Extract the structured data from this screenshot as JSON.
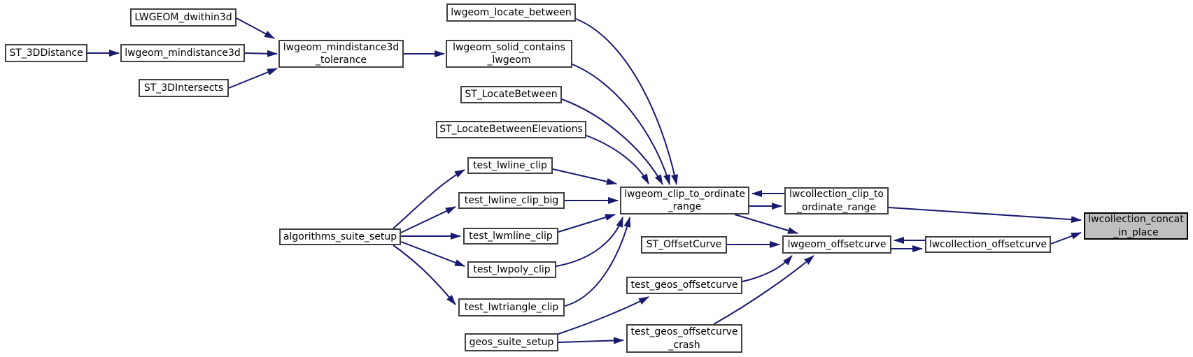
{
  "diagram": {
    "type": "caller-graph",
    "colors": {
      "edge": "#191970",
      "node_border": "#404040",
      "node_fill": "#ffffff",
      "highlight_fill": "#bfbfbf",
      "highlight_border": "#000000",
      "text": "#000000"
    },
    "nodes": {
      "lwgeom_dwithin3d": {
        "label": "LWGEOM_dwithin3d"
      },
      "st_3ddistance": {
        "label": "ST_3DDistance"
      },
      "lwgeom_mindistance3d": {
        "label": "lwgeom_mindistance3d"
      },
      "st_3dintersects": {
        "label": "ST_3DIntersects"
      },
      "lwgeom_mindistance3d_tolerance": {
        "label": "lwgeom_mindistance3d\n_tolerance"
      },
      "lwgeom_locate_between": {
        "label": "lwgeom_locate_between"
      },
      "lwgeom_solid_contains_lwgeom": {
        "label": "lwgeom_solid_contains\n_lwgeom"
      },
      "st_locatebetween": {
        "label": "ST_LocateBetween"
      },
      "st_locatebetweenelevations": {
        "label": "ST_LocateBetweenElevations"
      },
      "test_lwline_clip": {
        "label": "test_lwline_clip"
      },
      "test_lwline_clip_big": {
        "label": "test_lwline_clip_big"
      },
      "test_lwmline_clip": {
        "label": "test_lwmline_clip"
      },
      "test_lwpoly_clip": {
        "label": "test_lwpoly_clip"
      },
      "test_lwtriangle_clip": {
        "label": "test_lwtriangle_clip"
      },
      "algorithms_suite_setup": {
        "label": "algorithms_suite_setup"
      },
      "geos_suite_setup": {
        "label": "geos_suite_setup"
      },
      "lwgeom_clip_to_ordinate_range": {
        "label": "lwgeom_clip_to_ordinate\n_range"
      },
      "st_offsetcurve": {
        "label": "ST_OffsetCurve"
      },
      "test_geos_offsetcurve": {
        "label": "test_geos_offsetcurve"
      },
      "test_geos_offsetcurve_crash": {
        "label": "test_geos_offsetcurve\n_crash"
      },
      "lwcollection_clip_to_ordinate_range": {
        "label": "lwcollection_clip_to\n_ordinate_range"
      },
      "lwgeom_offsetcurve": {
        "label": "lwgeom_offsetcurve"
      },
      "lwcollection_offsetcurve": {
        "label": "lwcollection_offsetcurve"
      },
      "lwcollection_concat_in_place": {
        "label": "lwcollection_concat\n_in_place",
        "highlighted": true
      }
    },
    "edges": [
      {
        "from": "LWGEOM_dwithin3d",
        "to": "lwgeom_mindistance3d_tolerance"
      },
      {
        "from": "ST_3DDistance",
        "to": "lwgeom_mindistance3d"
      },
      {
        "from": "lwgeom_mindistance3d",
        "to": "lwgeom_mindistance3d_tolerance"
      },
      {
        "from": "ST_3DIntersects",
        "to": "lwgeom_mindistance3d_tolerance"
      },
      {
        "from": "lwgeom_mindistance3d_tolerance",
        "to": "lwgeom_solid_contains_lwgeom"
      },
      {
        "from": "lwgeom_locate_between",
        "to": "lwgeom_clip_to_ordinate_range"
      },
      {
        "from": "lwgeom_solid_contains_lwgeom",
        "to": "lwgeom_clip_to_ordinate_range"
      },
      {
        "from": "ST_LocateBetween",
        "to": "lwgeom_clip_to_ordinate_range"
      },
      {
        "from": "ST_LocateBetweenElevations",
        "to": "lwgeom_clip_to_ordinate_range"
      },
      {
        "from": "test_lwline_clip",
        "to": "lwgeom_clip_to_ordinate_range"
      },
      {
        "from": "test_lwline_clip_big",
        "to": "lwgeom_clip_to_ordinate_range"
      },
      {
        "from": "test_lwmline_clip",
        "to": "lwgeom_clip_to_ordinate_range"
      },
      {
        "from": "test_lwpoly_clip",
        "to": "lwgeom_clip_to_ordinate_range"
      },
      {
        "from": "test_lwtriangle_clip",
        "to": "lwgeom_clip_to_ordinate_range"
      },
      {
        "from": "algorithms_suite_setup",
        "to": "test_lwline_clip"
      },
      {
        "from": "algorithms_suite_setup",
        "to": "test_lwline_clip_big"
      },
      {
        "from": "algorithms_suite_setup",
        "to": "test_lwmline_clip"
      },
      {
        "from": "algorithms_suite_setup",
        "to": "test_lwpoly_clip"
      },
      {
        "from": "algorithms_suite_setup",
        "to": "test_lwtriangle_clip"
      },
      {
        "from": "geos_suite_setup",
        "to": "test_geos_offsetcurve"
      },
      {
        "from": "geos_suite_setup",
        "to": "test_geos_offsetcurve_crash"
      },
      {
        "from": "test_geos_offsetcurve",
        "to": "lwgeom_offsetcurve"
      },
      {
        "from": "test_geos_offsetcurve_crash",
        "to": "lwgeom_offsetcurve"
      },
      {
        "from": "lwgeom_clip_to_ordinate_range",
        "to": "lwgeom_offsetcurve"
      },
      {
        "from": "lwgeom_clip_to_ordinate_range",
        "to": "lwcollection_clip_to_ordinate_range"
      },
      {
        "from": "lwcollection_clip_to_ordinate_range",
        "to": "lwgeom_clip_to_ordinate_range"
      },
      {
        "from": "ST_OffsetCurve",
        "to": "lwgeom_offsetcurve"
      },
      {
        "from": "lwgeom_offsetcurve",
        "to": "lwcollection_offsetcurve"
      },
      {
        "from": "lwcollection_offsetcurve",
        "to": "lwgeom_offsetcurve"
      },
      {
        "from": "lwcollection_clip_to_ordinate_range",
        "to": "lwcollection_concat_in_place"
      },
      {
        "from": "lwcollection_offsetcurve",
        "to": "lwcollection_concat_in_place"
      }
    ]
  }
}
